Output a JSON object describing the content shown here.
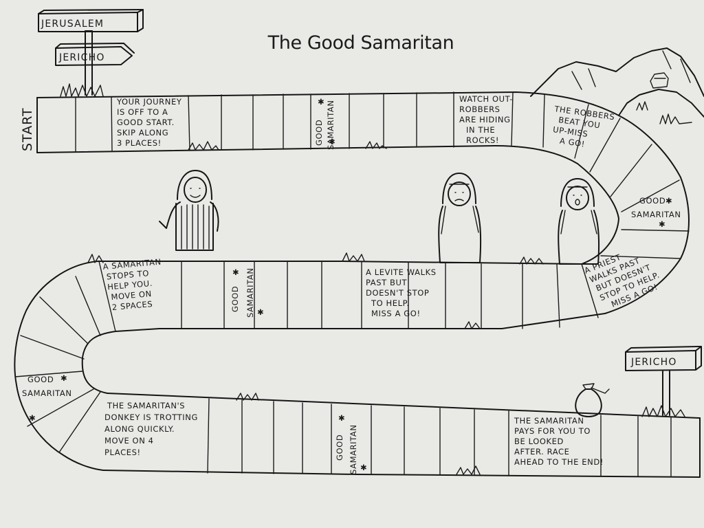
{
  "title": "The Good Samaritan",
  "start_label": "START",
  "signposts": {
    "top_upper": "JERUSALEM",
    "top_lower": "JERICHO",
    "finish": "JERICHO"
  },
  "squares": {
    "journey_start": [
      "YOUR JOURNEY",
      "IS OFF TO A",
      "GOOD START.",
      "SKIP ALONG",
      "3 PLACES!"
    ],
    "good_samaritan_top": [
      "GOOD",
      "SAMARITAN"
    ],
    "robbers_hiding": [
      "WATCH OUT-",
      "ROBBERS",
      "ARE HIDING",
      "IN THE",
      "ROCKS!"
    ],
    "robbers_beat": [
      "THE ROBBERS",
      "BEAT YOU",
      "UP-MISS",
      "A GO!"
    ],
    "good_samaritan_bend": [
      "GOOD",
      "SAMARITAN"
    ],
    "priest": [
      "A PRIEST",
      "WALKS PAST",
      "BUT DOESN'T",
      "STOP TO HELP.",
      "MISS A GO!"
    ],
    "levite": [
      "A LEVITE WALKS",
      "PAST BUT",
      "DOESN'T STOP",
      "TO HELP.",
      "MISS A GO!"
    ],
    "good_samaritan_mid": [
      "GOOD",
      "SAMARITAN"
    ],
    "samaritan_stops": [
      "A SAMARITAN",
      "STOPS TO",
      "HELP YOU.",
      "MOVE ON",
      "2 SPACES"
    ],
    "good_samaritan_left": [
      "GOOD",
      "SAMARITAN"
    ],
    "donkey": [
      "THE SAMARITAN'S",
      "DONKEY IS TROTTING",
      "ALONG QUICKLY.",
      "MOVE ON 4",
      "PLACES!"
    ],
    "good_samaritan_bottom": [
      "GOOD",
      "SAMARITAN"
    ],
    "pays": [
      "THE SAMARITAN",
      "PAYS FOR YOU TO",
      "BE LOOKED",
      "AFTER. RACE",
      "AHEAD TO THE END!"
    ]
  },
  "colors": {
    "paper": "#e9e9e6",
    "ink": "#151515"
  }
}
